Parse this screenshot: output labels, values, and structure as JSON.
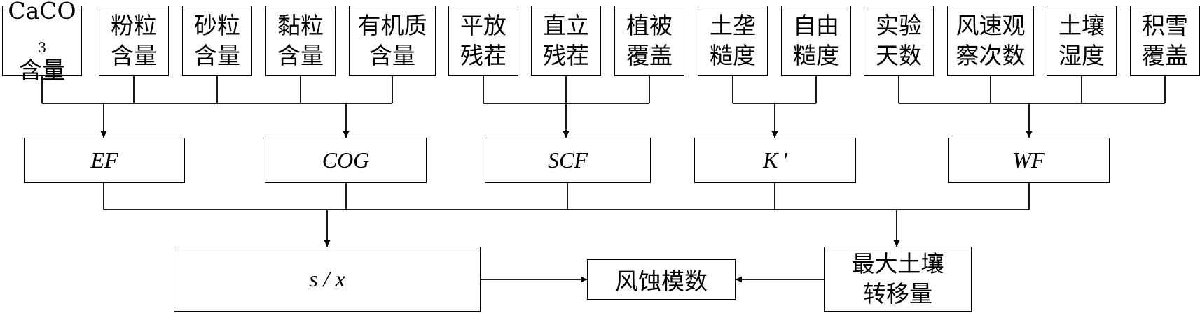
{
  "inputs": [
    {
      "line1": "CaCO",
      "line1_sub": "3",
      "line2": "含量"
    },
    {
      "line1": "粉粒",
      "line2": "含量"
    },
    {
      "line1": "砂粒",
      "line2": "含量"
    },
    {
      "line1": "黏粒",
      "line2": "含量"
    },
    {
      "line1": "有机质",
      "line2": "含量"
    },
    {
      "line1": "平放",
      "line2": "残茬"
    },
    {
      "line1": "直立",
      "line2": "残茬"
    },
    {
      "line1": "植被",
      "line2": "覆盖"
    },
    {
      "line1": "土垄",
      "line2": "糙度"
    },
    {
      "line1": "自由",
      "line2": "糙度"
    },
    {
      "line1": "实验",
      "line2": "天数"
    },
    {
      "line1": "风速观",
      "line2": "察次数"
    },
    {
      "line1": "土壤",
      "line2": "湿度"
    },
    {
      "line1": "积雪",
      "line2": "覆盖"
    }
  ],
  "factors": {
    "ef": "EF",
    "cog": "COG",
    "scf": "SCF",
    "k": "K ′",
    "wf": "WF"
  },
  "bottom": {
    "sx": "s / x",
    "erosion_modulus": "风蚀模数",
    "max_transport_line1": "最大土壤",
    "max_transport_line2": "转移量"
  }
}
